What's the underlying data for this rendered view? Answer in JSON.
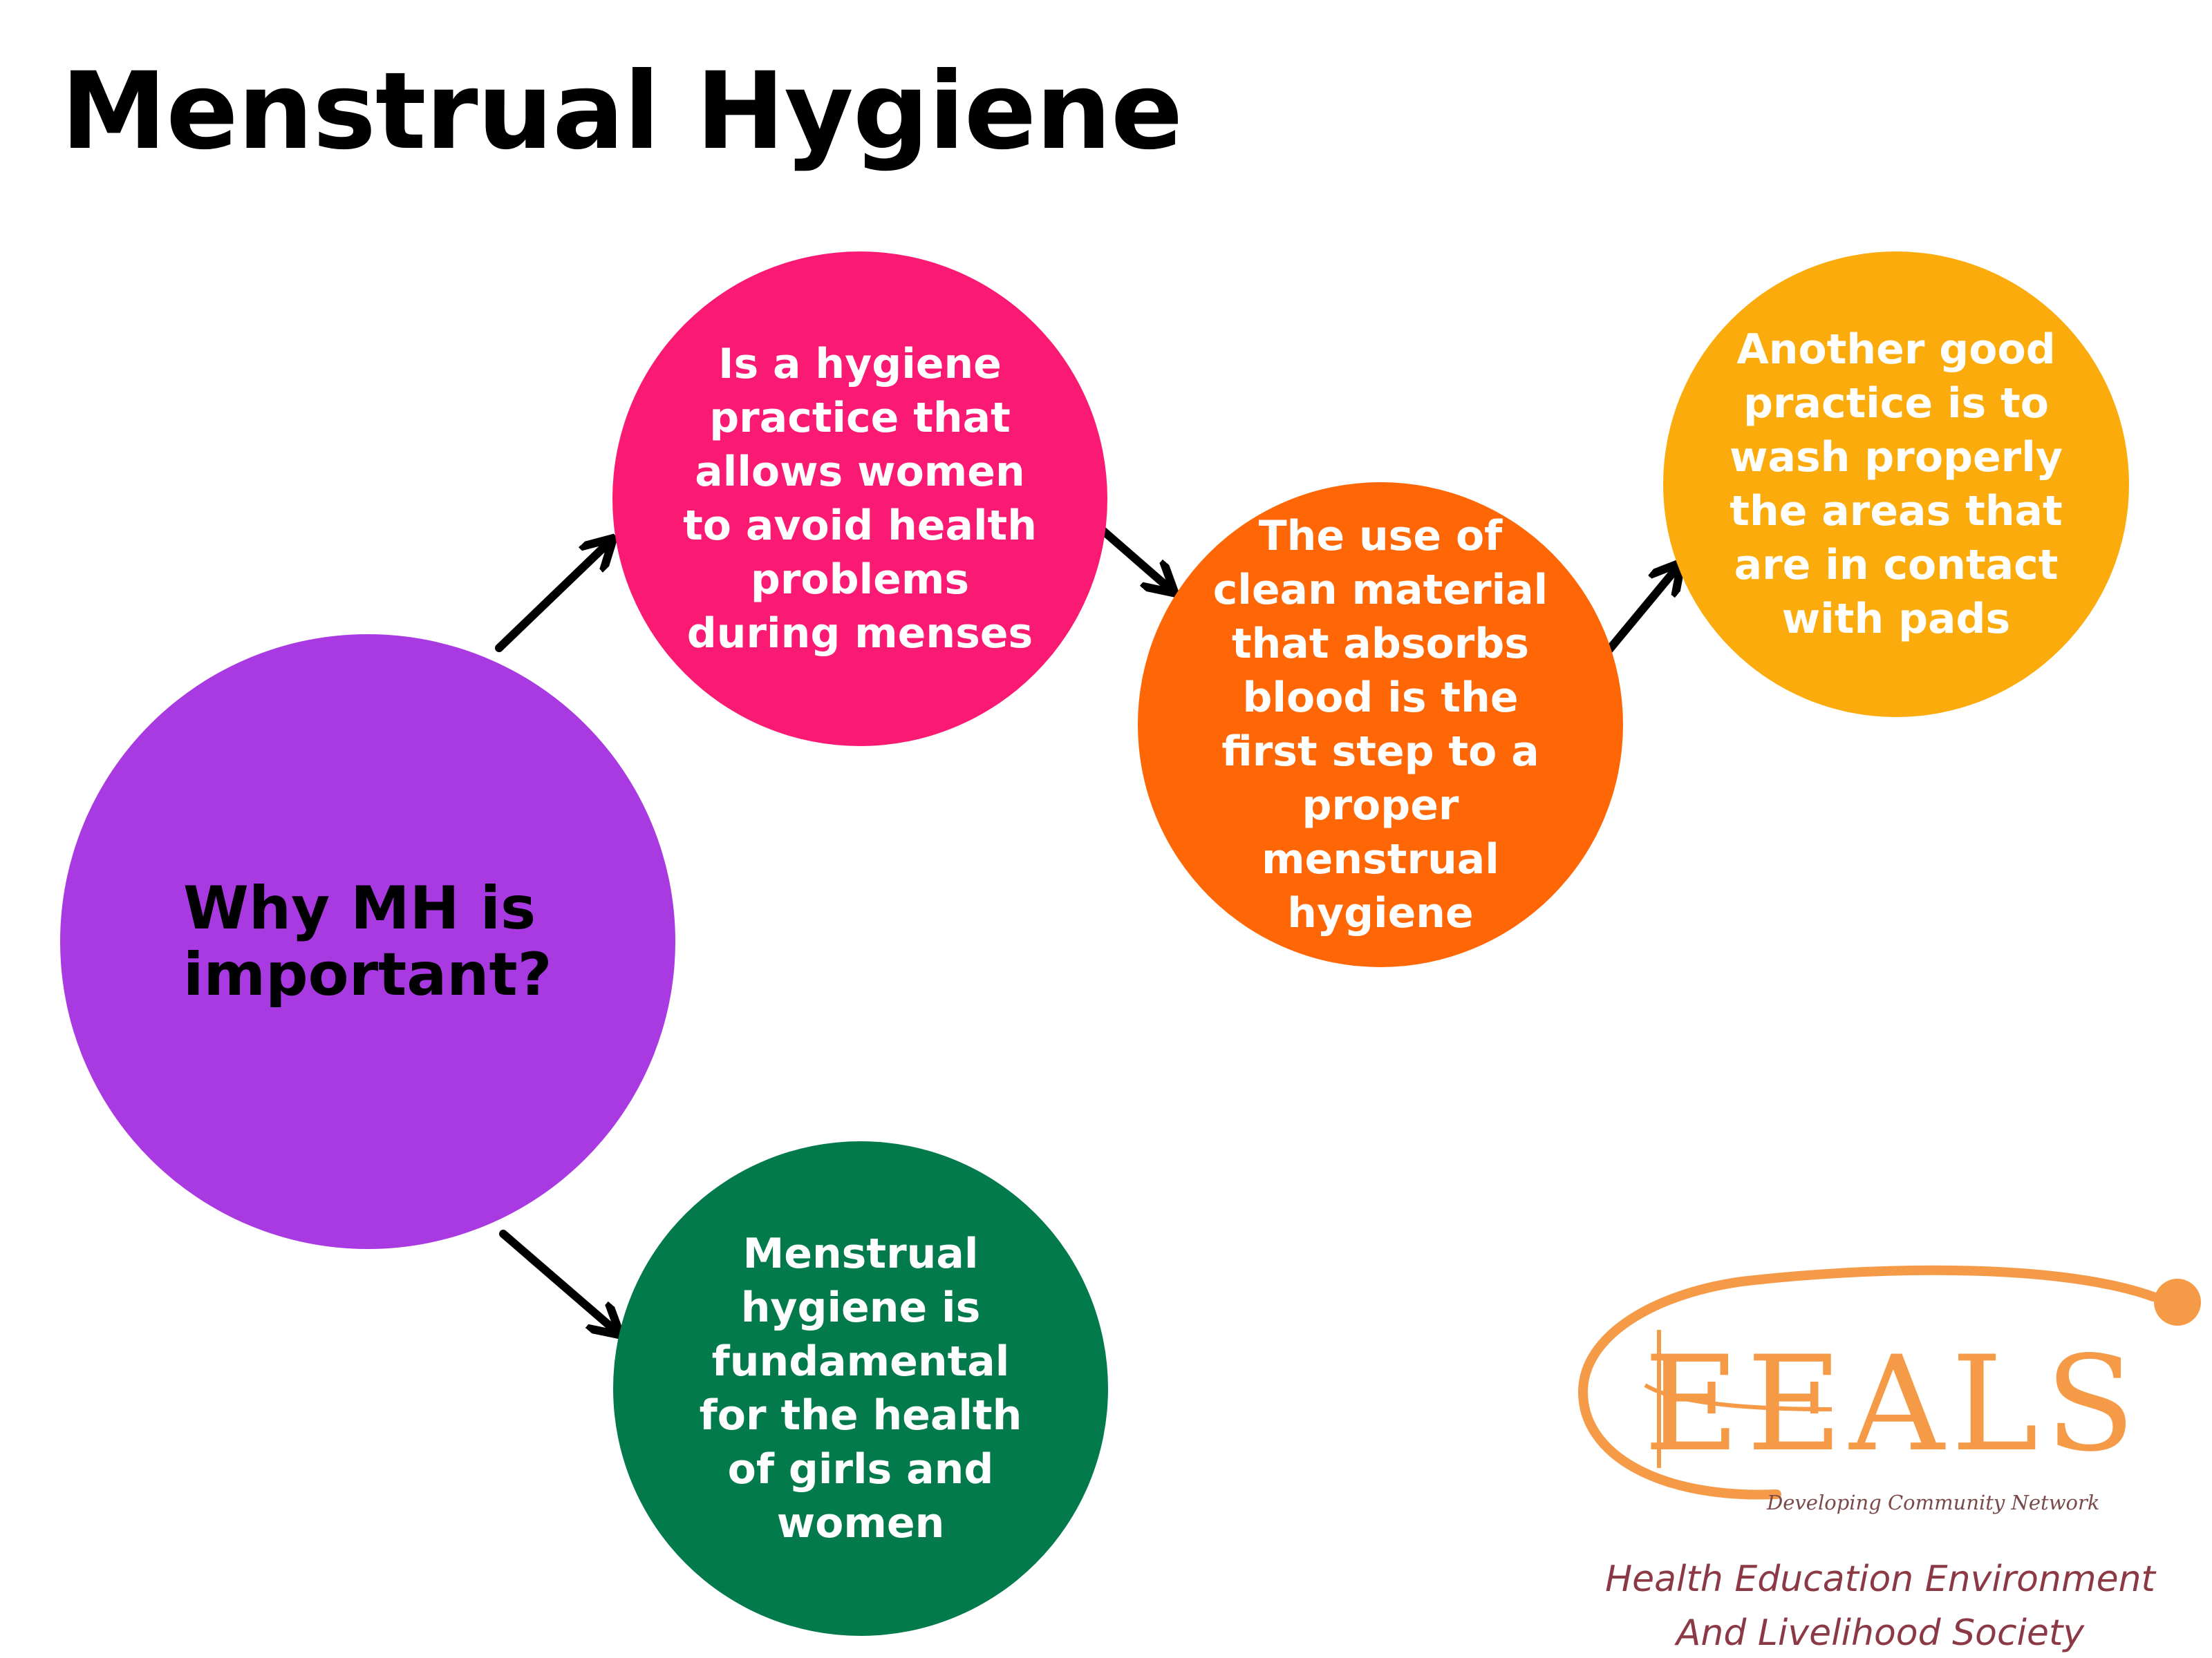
{
  "title": "Menstrual Hygiene",
  "colors": {
    "center": "#a93ae2",
    "pink": "#fa1a73",
    "orange": "#ff6606",
    "yellow": "#fcab0c",
    "green": "#037a4c",
    "logo_orange": "#f59b48",
    "org_text": "#8b3a45"
  },
  "nodes": {
    "center": {
      "text": "Why MH is important?"
    },
    "pink": {
      "text": "Is a hygiene practice that allows women to avoid health problems during menses"
    },
    "orange": {
      "text": "The use of clean material that absorbs blood is the first step to a proper menstrual hygiene"
    },
    "yellow": {
      "text": "Another good practice is to wash properly the areas that are in contact with pads"
    },
    "green": {
      "text": "Menstrual hygiene is fundamental for the health of girls and women"
    }
  },
  "logo": {
    "letters": "EEALS",
    "tagline": "Developing Community Network",
    "org_line_1": "Health Education Environment",
    "org_line_2": "And Livelihood Society"
  }
}
